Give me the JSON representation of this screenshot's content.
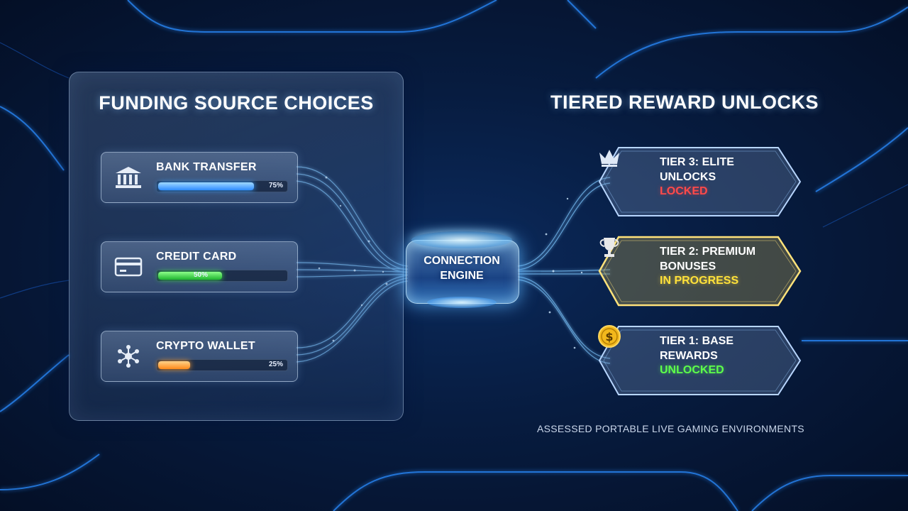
{
  "colors": {
    "accent_blue": "#3aa0ff",
    "locked_red": "#ff4a4a",
    "in_progress_yellow": "#ffe13a",
    "unlocked_green": "#5dff4a",
    "progress_blue": "#2f8cff",
    "progress_green": "#1fb52f",
    "progress_orange": "#ff8a1a"
  },
  "funding": {
    "title": "FUNDING SOURCE CHOICES",
    "sources": [
      {
        "label": "BANK TRANSFER",
        "icon": "bank-icon",
        "progress": 0.75,
        "progress_label": "75%",
        "bar_color": "blue"
      },
      {
        "label": "CREDIT CARD",
        "icon": "credit-card-icon",
        "progress": 0.5,
        "progress_label": "50%",
        "bar_color": "green"
      },
      {
        "label": "CRYPTO WALLET",
        "icon": "crypto-network-icon",
        "progress": 0.25,
        "progress_label": "25%",
        "bar_color": "orange"
      }
    ]
  },
  "engine": {
    "line1": "CONNECTION",
    "line2": "ENGINE"
  },
  "rewards": {
    "title": "TIERED REWARD UNLOCKS",
    "tiers": [
      {
        "line1": "TIER 3: ELITE",
        "line2": "UNLOCKS",
        "status": "LOCKED",
        "icon": "crown-icon"
      },
      {
        "line1": "TIER 2: PREMIUM",
        "line2": "BONUSES",
        "status": "IN PROGRESS",
        "icon": "trophy-icon"
      },
      {
        "line1": "TIER 1: BASE",
        "line2": "REWARDS",
        "status": "UNLOCKED",
        "icon": "dollar-coin-icon"
      }
    ]
  },
  "footer": "ASSESSED PORTABLE LIVE GAMING ENVIRONMENTS"
}
